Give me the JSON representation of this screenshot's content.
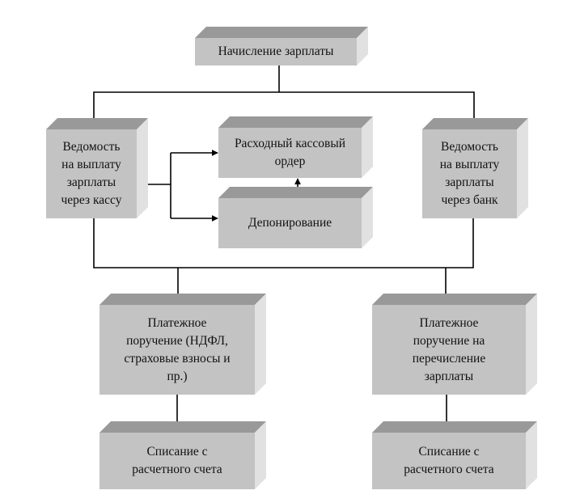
{
  "diagram": {
    "title_node": {
      "id": "n_accrual",
      "label": "Начисление зарплаты"
    },
    "nodes": [
      {
        "id": "n_accrual",
        "label": "Начисление зарплаты"
      },
      {
        "id": "n_cash_sheet",
        "label": "Ведомость\nна выплату\nзарплаты\nчерез кассу"
      },
      {
        "id": "n_cash_order",
        "label": "Расходный кассовый\nордер"
      },
      {
        "id": "n_deposit",
        "label": "Депонирование"
      },
      {
        "id": "n_bank_sheet",
        "label": "Ведомость\nна выплату\nзарплаты\nчерез банк"
      },
      {
        "id": "n_tax_order",
        "label": "Платежное\nпоручение (НДФЛ,\nстраховые взносы и\nпр.)"
      },
      {
        "id": "n_salary_order",
        "label": "Платежное\nпоручение на\nперечисление\nзарплаты"
      },
      {
        "id": "n_writeoff_left",
        "label": "Списание с\nрасчетного счета"
      },
      {
        "id": "n_writeoff_right",
        "label": "Списание с\nрасчетного счета"
      }
    ],
    "edges": [
      {
        "from": "n_accrual",
        "to": "n_cash_sheet",
        "arrow": false
      },
      {
        "from": "n_accrual",
        "to": "n_bank_sheet",
        "arrow": true
      },
      {
        "from": "n_cash_sheet",
        "to": "n_cash_order",
        "arrow": true
      },
      {
        "from": "n_cash_sheet",
        "to": "n_deposit",
        "arrow": true
      },
      {
        "from": "n_deposit",
        "to": "n_cash_order",
        "arrow": true
      },
      {
        "from": "n_cash_sheet",
        "to": "n_tax_order",
        "arrow": true
      },
      {
        "from": "n_bank_sheet",
        "to": "n_salary_order",
        "arrow": true
      },
      {
        "from": "n_tax_order",
        "to": "n_writeoff_left",
        "arrow": true
      },
      {
        "from": "n_salary_order",
        "to": "n_writeoff_right",
        "arrow": true
      }
    ],
    "colors": {
      "front": "#c3c3c3",
      "top": "#999999",
      "side": "#e1e1e1",
      "line": "#000000",
      "text": "#111111"
    }
  }
}
